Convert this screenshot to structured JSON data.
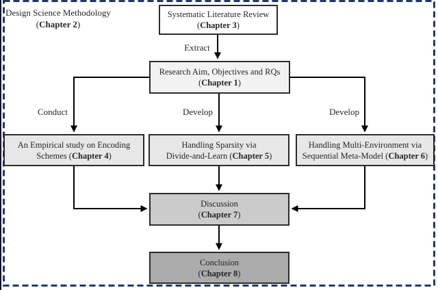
{
  "frame": {
    "dash_border_color": "#203864",
    "connector_color": "#000000"
  },
  "outer_label": {
    "text": "Design Science Methodology",
    "pre": "(",
    "chapter": "Chapter 2",
    "post": ")"
  },
  "nodes": {
    "chapter3": {
      "text": "Systematic Literature Review",
      "pre": "(",
      "chapter": "Chapter 3",
      "post": ")",
      "fill": "#ffffff"
    },
    "chapter1": {
      "text": "Research Aim, Objectives and RQs",
      "pre": "(",
      "chapter": "Chapter 1",
      "post": ")",
      "fill": "#f2f2f2"
    },
    "chapter4": {
      "text": "An Empirical study on Encoding",
      "pre": "Schemes (",
      "chapter": "Chapter 4",
      "post": ")",
      "fill": "#e7e7e7"
    },
    "chapter5": {
      "text": "Handling Sparsity via",
      "pre": "Divide-and-Learn (",
      "chapter": "Chapter 5",
      "post": ")",
      "fill": "#e7e7e7"
    },
    "chapter6": {
      "text": "Handling Multi-Environment via",
      "pre": "Sequential Meta-Model (",
      "chapter": "Chapter 6",
      "post": ")",
      "fill": "#e7e7e7"
    },
    "chapter7": {
      "text": "Discussion",
      "pre": "(",
      "chapter": "Chapter 7",
      "post": ")",
      "fill": "#cbcbcb"
    },
    "chapter8": {
      "text": "Conclusion",
      "pre": "(",
      "chapter": "Chapter 8",
      "post": ")",
      "fill": "#ababab"
    }
  },
  "edges": {
    "extract": "Extract",
    "conduct": "Conduct",
    "develop_mid": "Develop",
    "develop_right": "Develop"
  }
}
